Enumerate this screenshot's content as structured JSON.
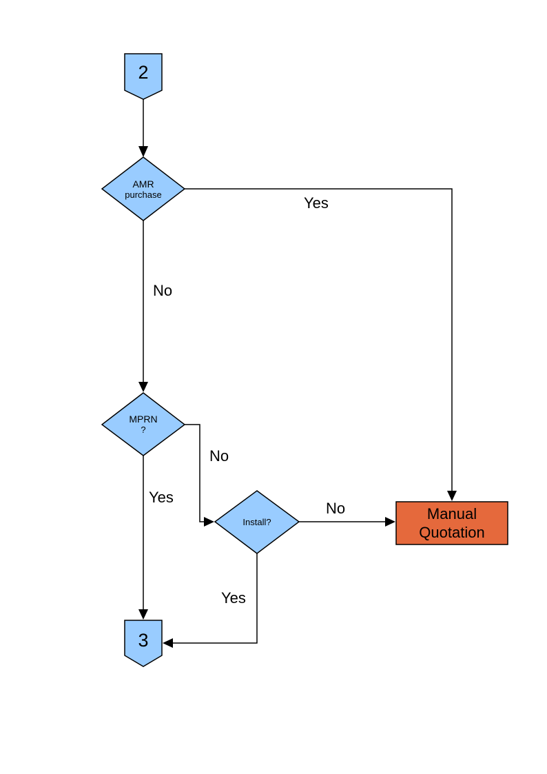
{
  "colors": {
    "shape_fill": "#99CCFF",
    "shape_border": "#000000",
    "manual_fill": "#E5693C",
    "line": "#000000"
  },
  "nodes": {
    "connector_2": {
      "label": "2"
    },
    "amr": {
      "line1": "AMR",
      "line2": "purchase"
    },
    "mprn": {
      "line1": "MPRN",
      "line2": "?"
    },
    "install": {
      "label": "Install?"
    },
    "manual_quotation": {
      "line1": "Manual",
      "line2": "Quotation"
    },
    "connector_3": {
      "label": "3"
    }
  },
  "edge_labels": {
    "amr_yes": "Yes",
    "amr_no": "No",
    "mprn_no": "No",
    "mprn_yes": "Yes",
    "install_no": "No",
    "install_yes": "Yes"
  }
}
